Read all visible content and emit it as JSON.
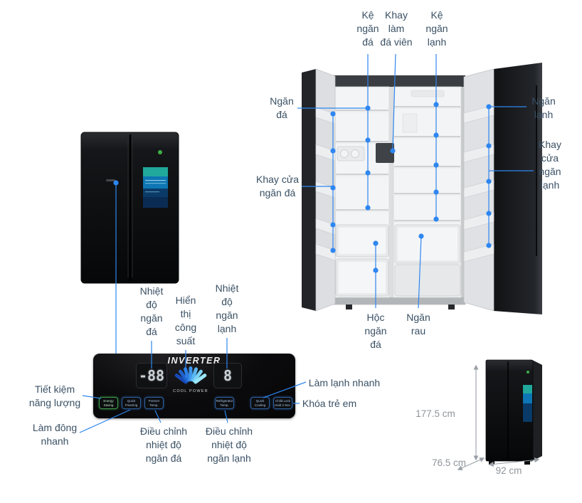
{
  "colors": {
    "connector_blue": "#2e86f0",
    "label_text": "#3a5064",
    "dimension_text": "#8f959a",
    "panel_black": "#0b0b0d",
    "eco_green": "#3fae49"
  },
  "fridge_annotations": {
    "ke_ngan_da": "Kệ\nngăn\nđá",
    "khay_lam_da_vien": "Khay\nlàm\nđá viên",
    "ke_ngan_lanh": "Kệ\nngăn\nlạnh",
    "ngan_da": "Ngăn\nđá",
    "ngan_lanh": "Ngăn\nlạnh",
    "khay_cua_ngan_da": "Khay cửa\nngăn đá",
    "khay_cua_ngan_lanh": "Khay\ncửa\nngăn\nlạnh",
    "hoc_ngan_da": "Hộc\nngăn\nđá",
    "ngan_rau": "Ngăn\nrau"
  },
  "panel_annotations": {
    "nhiet_do_ngan_da": "Nhiệt\nđộ\nngăn\nđá",
    "hien_thi_cong_suat": "Hiển\nthị\ncông\nsuất",
    "nhiet_do_ngan_lanh": "Nhiệt\nđộ\nngăn\nlạnh",
    "tiet_kiem_nang_luong": "Tiết kiệm\nnăng lượng",
    "lam_dong_nhanh": "Làm đông\nnhanh",
    "dieu_chinh_nhiet_do_ngan_da": "Điều chỉnh\nnhiệt độ\nngăn đá",
    "dieu_chinh_nhiet_do_ngan_lanh": "Điều chỉnh\nnhiệt độ\nngăn lạnh",
    "lam_lanh_nhanh": "Làm lạnh nhanh",
    "khoa_tre_em": "Khóa trẻ em"
  },
  "control_panel": {
    "brand_text": "INVERTER",
    "freezer_display": "-88",
    "fridge_display": "8",
    "power_label": "COOL POWER",
    "buttons": {
      "energy_saving": "Energy\nSaving",
      "quick_freezing": "Quick\nFreezing",
      "freezer_temp": "Freezer\nTemp.",
      "refrigerator_temp": "Refrigerator\nTemp.",
      "quick_cooling": "Quick\nCooling",
      "child_lock": "Child Lock\nHold 3 Sec."
    }
  },
  "dimensions": {
    "height": "177.5 cm",
    "depth": "76.5 cm",
    "width": "92 cm"
  }
}
